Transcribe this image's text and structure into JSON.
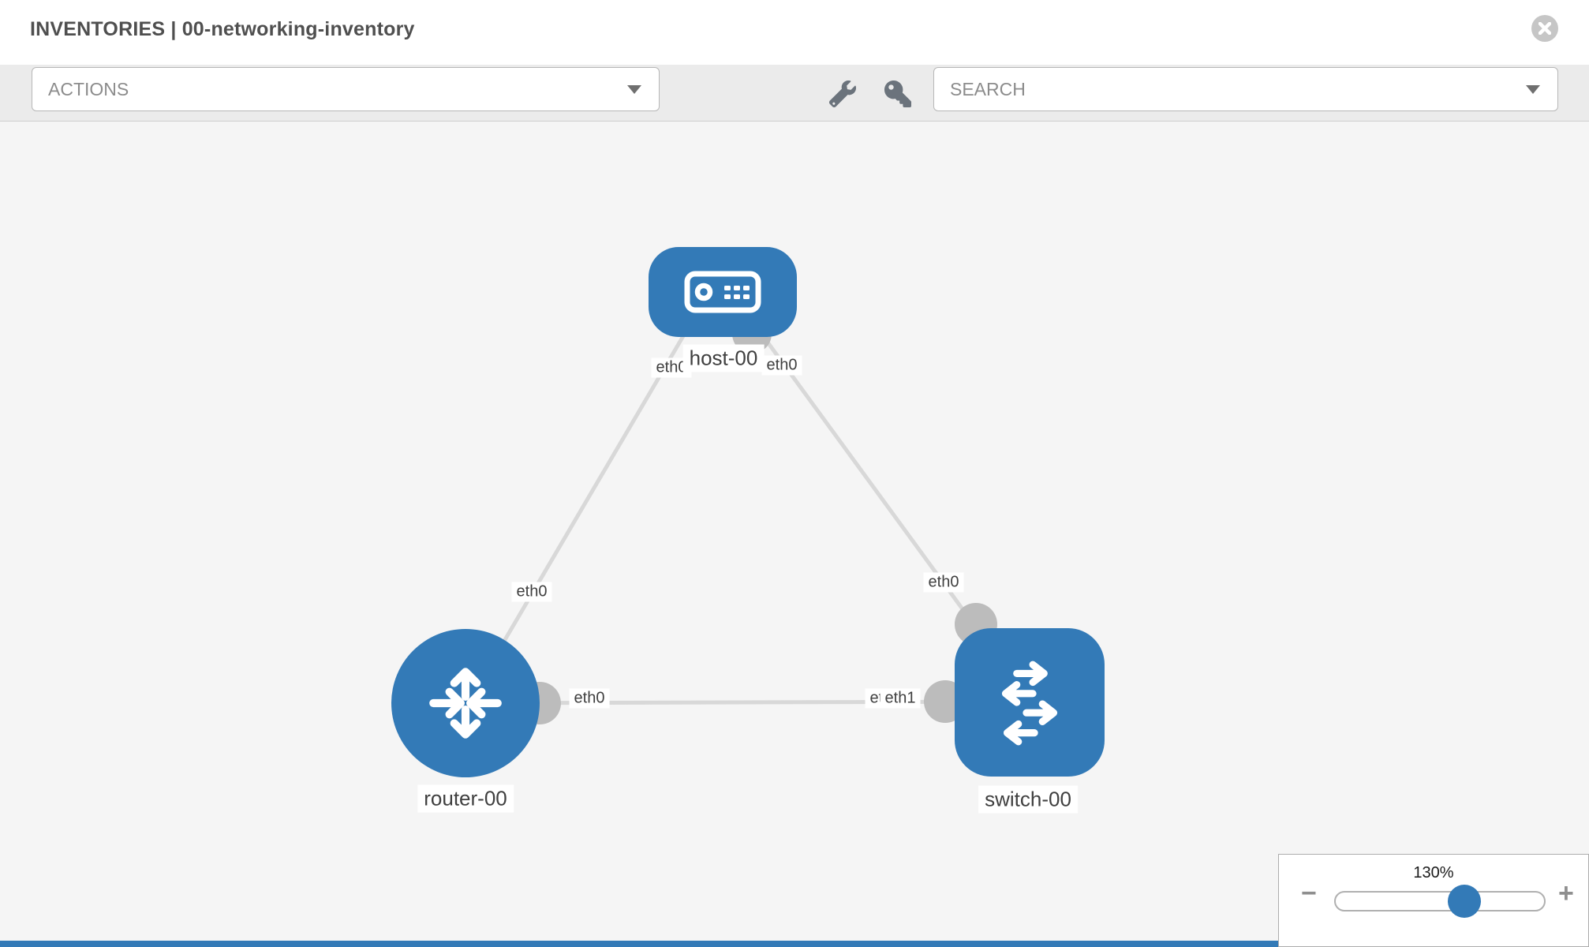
{
  "header": {
    "title": "INVENTORIES | 00-networking-inventory",
    "close_icon": "x-circle"
  },
  "toolbar": {
    "actions_label": "ACTIONS",
    "search_placeholder": "SEARCH",
    "icons": [
      "wrench-icon",
      "key-icon"
    ]
  },
  "topology": {
    "nodes": [
      {
        "label": "host-00",
        "type": "host"
      },
      {
        "label": "router-00",
        "type": "router"
      },
      {
        "label": "switch-00",
        "type": "switch"
      }
    ],
    "links": [
      {
        "from": "host-00",
        "from_if": "eth0",
        "to": "router-00",
        "to_if": "eth0"
      },
      {
        "from": "host-00",
        "from_if": "eth0",
        "to": "switch-00",
        "to_if": "eth0"
      },
      {
        "from": "router-00",
        "from_if": "eth0",
        "to": "switch-00",
        "to_if": "eth1",
        "to_if_overlapped": "eth0"
      }
    ]
  },
  "zoom": {
    "level": "130%",
    "percent": 130,
    "minus_label": "−",
    "plus_label": "+"
  },
  "colors": {
    "node_blue": "#337ab7",
    "link_gray": "#d8d8d8",
    "connector_gray": "#bcbcbc",
    "canvas_bg": "#f5f5f5",
    "toolbar_bg": "#ebebeb"
  }
}
